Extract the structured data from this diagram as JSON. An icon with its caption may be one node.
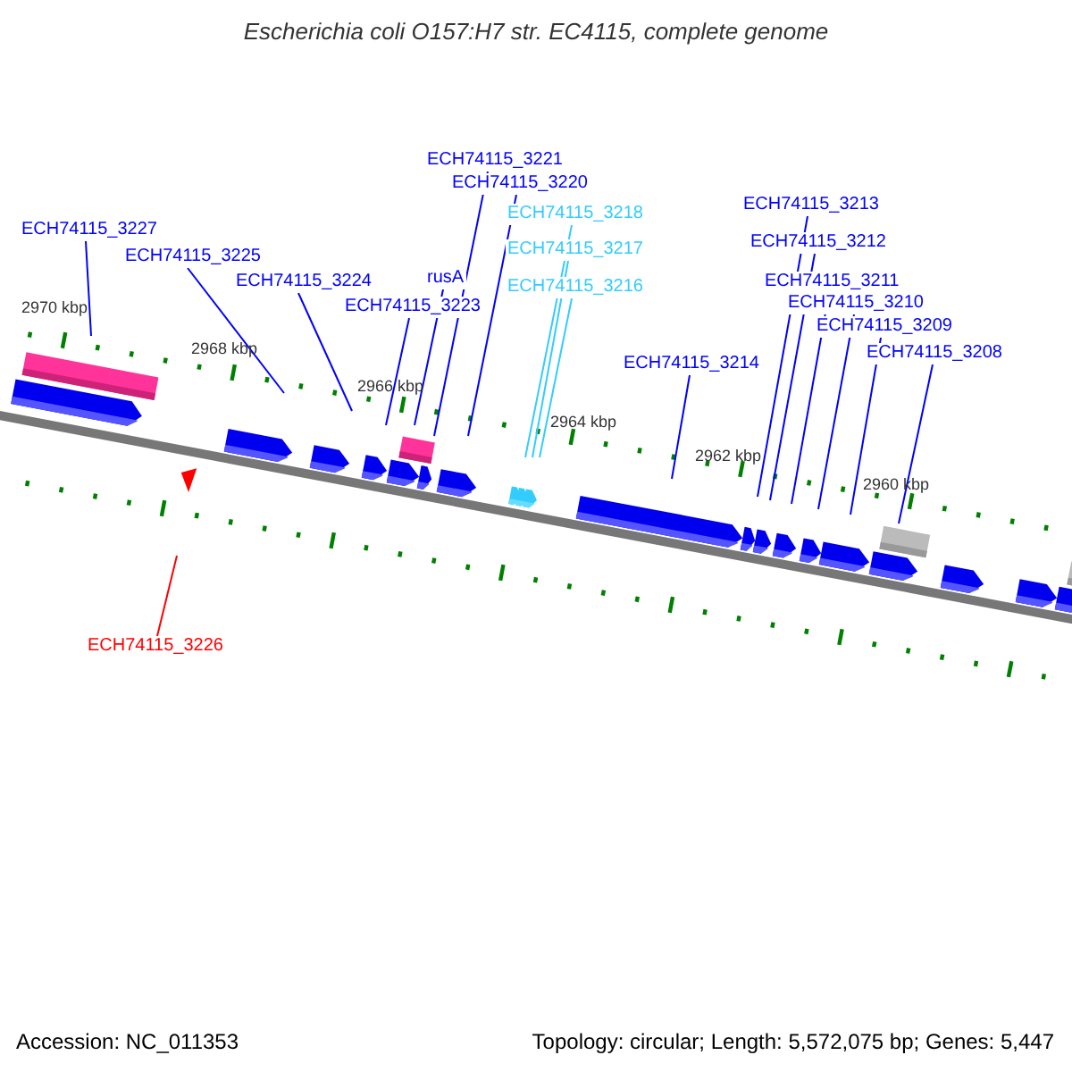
{
  "diagram": {
    "title": "Escherichia coli O157:H7 str. EC4115, complete genome",
    "nodes": [
      {
        "text": [
          "ECH74115_3227"
        ]
      },
      {
        "text": [
          "ECH74115_3225"
        ]
      },
      {
        "text": [
          "ECH74115_3224"
        ]
      },
      {
        "text": [
          "ECH74115_3223"
        ]
      },
      {
        "text": [
          "rusA"
        ]
      },
      {
        "text": [
          "ECH74115_3221"
        ]
      },
      {
        "text": [
          "ECH74115_3220"
        ]
      },
      {
        "text": [
          "ECH74115_3218"
        ]
      },
      {
        "text": [
          "ECH74115_3217"
        ]
      },
      {
        "text": [
          "ECH74115_3216"
        ]
      },
      {
        "text": [
          "ECH74115_3214"
        ]
      },
      {
        "text": [
          "ECH74115_3213"
        ]
      },
      {
        "text": [
          "ECH74115_3212"
        ]
      },
      {
        "text": [
          "ECH74115_3211"
        ]
      },
      {
        "text": [
          "ECH74115_3210"
        ]
      },
      {
        "text": [
          "ECH74115_3209"
        ]
      },
      {
        "text": [
          "ECH74115_3208"
        ]
      },
      {
        "text": [
          "ECH74115_3226"
        ]
      }
    ],
    "edges": [
      {
        "from": 0,
        "to": null,
        "arrow": "none"
      },
      {
        "from": 1,
        "to": null,
        "arrow": "none"
      },
      {
        "from": 2,
        "to": null,
        "arrow": "none"
      },
      {
        "from": 3,
        "to": null,
        "arrow": "none"
      },
      {
        "from": 4,
        "to": null,
        "arrow": "none"
      },
      {
        "from": 5,
        "to": null,
        "arrow": "none"
      },
      {
        "from": 6,
        "to": null,
        "arrow": "none"
      },
      {
        "from": 7,
        "to": null,
        "arrow": "none",
        "color": "#33ccff"
      },
      {
        "from": 8,
        "to": null,
        "arrow": "none",
        "color": "#33ccff"
      },
      {
        "from": 9,
        "to": null,
        "arrow": "none",
        "color": "#33ccff"
      },
      {
        "from": 10,
        "to": null,
        "arrow": "none"
      },
      {
        "from": 11,
        "to": null,
        "arrow": "none"
      },
      {
        "from": 12,
        "to": null,
        "arrow": "none"
      },
      {
        "from": 13,
        "to": null,
        "arrow": "none"
      },
      {
        "from": 14,
        "to": null,
        "arrow": "none"
      },
      {
        "from": 15,
        "to": null,
        "arrow": "none"
      },
      {
        "from": 16,
        "to": null,
        "arrow": "none"
      },
      {
        "from": 17,
        "to": null,
        "arrow": "none",
        "color": "#ff0000"
      }
    ],
    "labels": [
      "2970 kbp",
      "2968 kbp",
      "2966 kbp",
      "2964 kbp",
      "2962 kbp",
      "2960 kbp",
      "Accession: NC_011353",
      "Topology: circular; Length: 5,572,075 bp; Genes: 5,447"
    ]
  }
}
